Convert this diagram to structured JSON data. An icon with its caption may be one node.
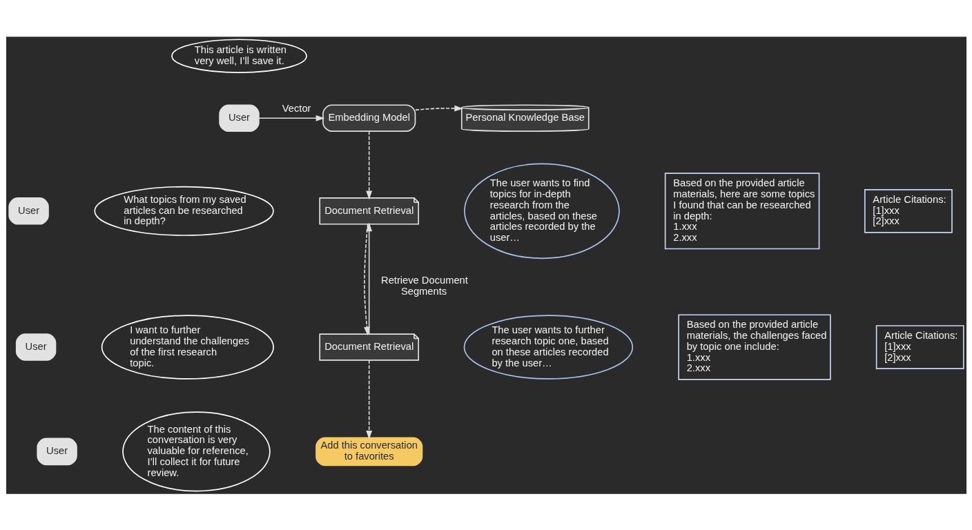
{
  "diagram": {
    "nodes": [
      {
        "text": [
          "User"
        ]
      },
      {
        "text": [
          "This article is written very well, I’ll save it."
        ]
      },
      {
        "text": [
          "Embedding Model"
        ]
      },
      {
        "text": [
          "Personal Knowledge Base"
        ]
      },
      {
        "text": [
          "User"
        ]
      },
      {
        "text": [
          "What topics from my saved articles can be researched in depth?"
        ]
      },
      {
        "text": [
          "Document Retrieval"
        ]
      },
      {
        "text": [
          "The user wants to find topics for in-depth research from the articles, based on these articles recorded by the user…"
        ]
      },
      {
        "text": [
          "Based on the provided article materials, here are some topics I found that can be researched in depth:",
          "1.xxx",
          "2.xxx"
        ]
      },
      {
        "text": [
          "Article Citations:",
          "[1]xxx",
          "[2]xxx"
        ]
      },
      {
        "text": [
          "User"
        ]
      },
      {
        "text": [
          "I want to further understand the challenges of the first research topic."
        ]
      },
      {
        "text": [
          "Document Retrieval"
        ]
      },
      {
        "text": [
          "The user wants to further research topic one, based on these articles recorded by the user…"
        ]
      },
      {
        "text": [
          "Based on the provided article materials, the challenges faced by topic one include:",
          "1.xxx",
          "2.xxx"
        ]
      },
      {
        "text": [
          "Article Citations:",
          "[1]xxx",
          "[2]xxx"
        ]
      },
      {
        "text": [
          "User"
        ]
      },
      {
        "text": [
          "The content of this conversation is very valuable for reference, I’ll collect it for future review."
        ]
      },
      {
        "text": [
          "Add this conversation to favorites"
        ]
      }
    ],
    "edges": [
      {
        "from": 0,
        "to": 2,
        "arrow": "to",
        "label": "Vector"
      },
      {
        "from": 2,
        "to": 3,
        "arrow": "to",
        "style": "dashed"
      },
      {
        "from": 2,
        "to": 6,
        "arrow": "to",
        "style": "dashed"
      },
      {
        "from": 12,
        "to": 6,
        "arrow": "to",
        "label": "Retrieve Document Segments"
      },
      {
        "from": 6,
        "to": 12,
        "arrow": "to",
        "style": "dashed"
      },
      {
        "from": 12,
        "to": 18,
        "arrow": "to",
        "style": "dashed"
      }
    ]
  }
}
